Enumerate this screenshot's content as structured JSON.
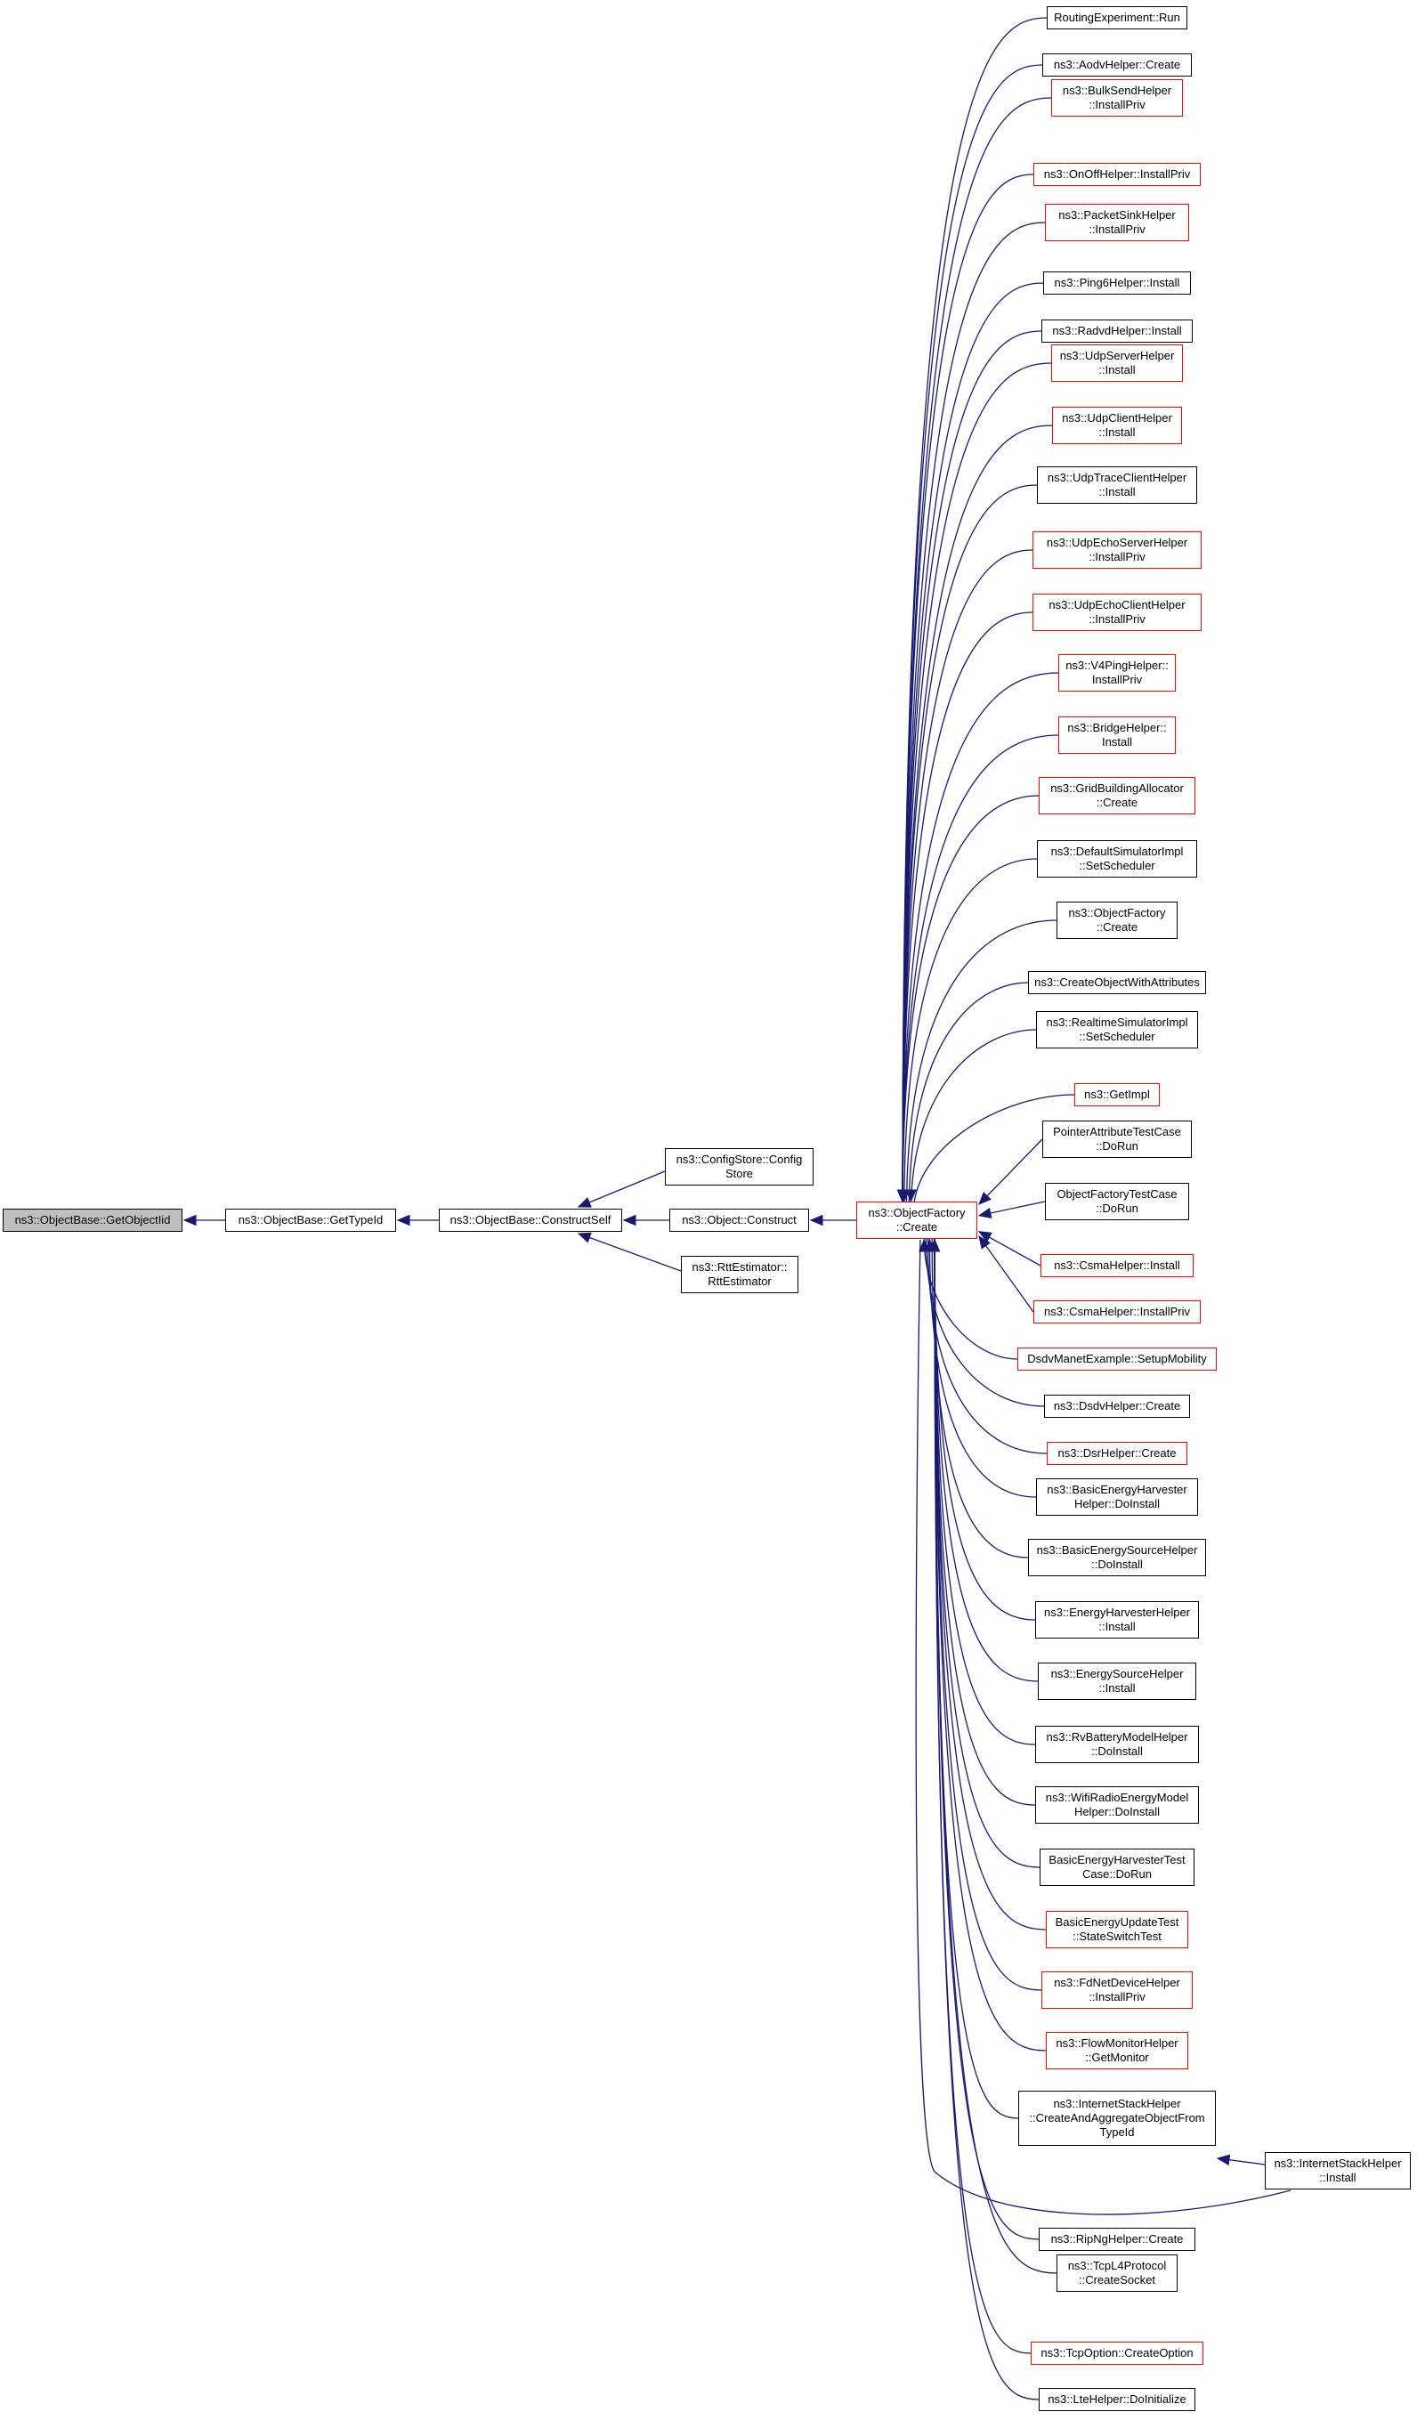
{
  "colors": {
    "edge": "#191970",
    "border": "#000000",
    "border_incomplete": "#ff0000",
    "focus_fill": "#bfbfbf"
  },
  "nodes": {
    "get_object_iid": "ns3::ObjectBase::GetObjectIid",
    "get_type_id": "ns3::ObjectBase::GetTypeId",
    "construct_self": "ns3::ObjectBase::ConstructSelf",
    "config_store": "ns3::ConfigStore::Config\nStore",
    "object_construct": "ns3::Object::Construct",
    "rtt_estimator": "ns3::RttEstimator::\nRttEstimator",
    "object_factory_create": "ns3::ObjectFactory\n::Create",
    "internet_stack_install": "ns3::InternetStackHelper\n::Install",
    "callers": [
      "RoutingExperiment::Run",
      "ns3::AodvHelper::Create",
      "ns3::BulkSendHelper\n::InstallPriv",
      "ns3::OnOffHelper::InstallPriv",
      "ns3::PacketSinkHelper\n::InstallPriv",
      "ns3::Ping6Helper::Install",
      "ns3::RadvdHelper::Install",
      "ns3::UdpServerHelper\n::Install",
      "ns3::UdpClientHelper\n::Install",
      "ns3::UdpTraceClientHelper\n::Install",
      "ns3::UdpEchoServerHelper\n::InstallPriv",
      "ns3::UdpEchoClientHelper\n::InstallPriv",
      "ns3::V4PingHelper::\nInstallPriv",
      "ns3::BridgeHelper::\nInstall",
      "ns3::GridBuildingAllocator\n::Create",
      "ns3::DefaultSimulatorImpl\n::SetScheduler",
      "ns3::ObjectFactory\n::Create",
      "ns3::CreateObjectWithAttributes",
      "ns3::RealtimeSimulatorImpl\n::SetScheduler",
      "ns3::GetImpl",
      "PointerAttributeTestCase\n::DoRun",
      "ObjectFactoryTestCase\n::DoRun",
      "ns3::CsmaHelper::Install",
      "ns3::CsmaHelper::InstallPriv",
      "DsdvManetExample::SetupMobility",
      "ns3::DsdvHelper::Create",
      "ns3::DsrHelper::Create",
      "ns3::BasicEnergyHarvester\nHelper::DoInstall",
      "ns3::BasicEnergySourceHelper\n::DoInstall",
      "ns3::EnergyHarvesterHelper\n::Install",
      "ns3::EnergySourceHelper\n::Install",
      "ns3::RvBatteryModelHelper\n::DoInstall",
      "ns3::WifiRadioEnergyModel\nHelper::DoInstall",
      "BasicEnergyHarvesterTest\nCase::DoRun",
      "BasicEnergyUpdateTest\n::StateSwitchTest",
      "ns3::FdNetDeviceHelper\n::InstallPriv",
      "ns3::FlowMonitorHelper\n::GetMonitor",
      "ns3::InternetStackHelper\n::CreateAndAggregateObjectFrom\nTypeId",
      "ns3::RipNgHelper::Create",
      "ns3::TcpL4Protocol\n::CreateSocket",
      "ns3::TcpOption::CreateOption",
      "ns3::LteHelper::DoInitialize"
    ]
  }
}
